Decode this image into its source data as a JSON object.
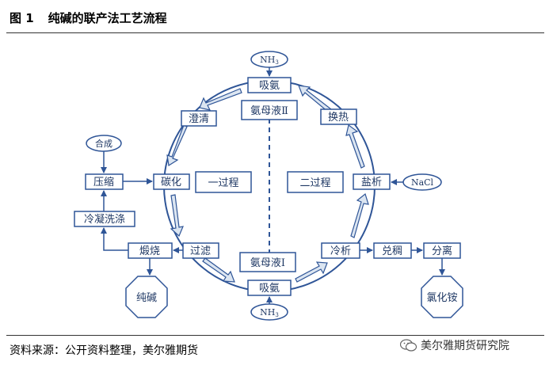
{
  "figure": {
    "label": "图 1",
    "title": "纯碱的联产法工艺流程"
  },
  "source": "资料来源：公开资料整理，美尔雅期货",
  "watermark": "美尔雅期货研究院",
  "nodes": {
    "nh3_top": "NH",
    "nh3_top_sub": "3",
    "absorb_top": "吸氨",
    "mother1": "氨母液Ⅱ",
    "clarify": "澄清",
    "heat_exchange": "换热",
    "synthesis": "合成",
    "compress": "压缩",
    "carbonize": "碳化",
    "process1": "一过程",
    "process2": "二过程",
    "salt_out": "盐析",
    "nacl": "NaCl",
    "cond_wash": "冷凝洗涤",
    "calcine": "煅烧",
    "filter": "过滤",
    "mother2": "氨母液Ⅰ",
    "cool_crys": "冷析",
    "thicken": "兑稠",
    "separate": "分离",
    "absorb_bottom": "吸氨",
    "nh3_bottom": "NH",
    "nh3_bottom_sub": "3",
    "soda_ash": "纯碱",
    "ammonium_chloride": "氯化铵"
  },
  "colors": {
    "line": "#2f5597",
    "fill": "#ffffff",
    "arrow_fill": "#dbe5f1"
  }
}
